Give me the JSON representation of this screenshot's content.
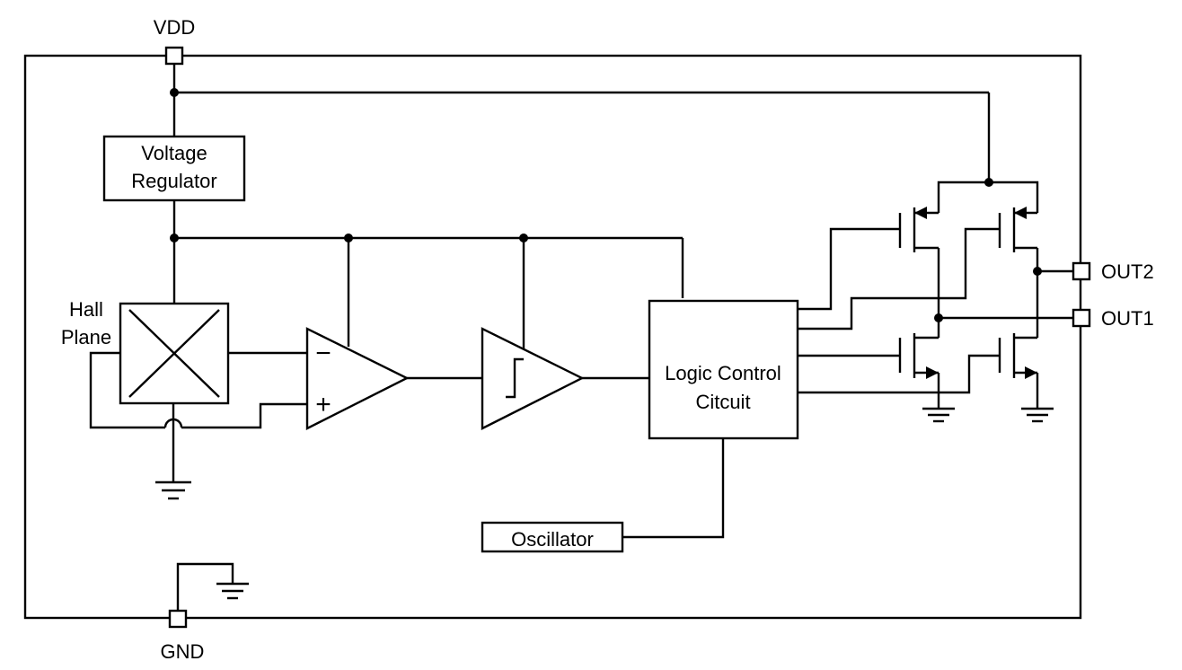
{
  "pins": {
    "vdd": "VDD",
    "gnd": "GND",
    "out1": "OUT1",
    "out2": "OUT2"
  },
  "blocks": {
    "voltage_regulator": [
      "Voltage",
      "Regulator"
    ],
    "hall_plane": [
      "Hall",
      "Plane"
    ],
    "logic_control": [
      "Logic Control",
      "Citcuit"
    ],
    "oscillator": "Oscillator"
  },
  "amplifier": {
    "minus": "−",
    "plus": "+"
  }
}
